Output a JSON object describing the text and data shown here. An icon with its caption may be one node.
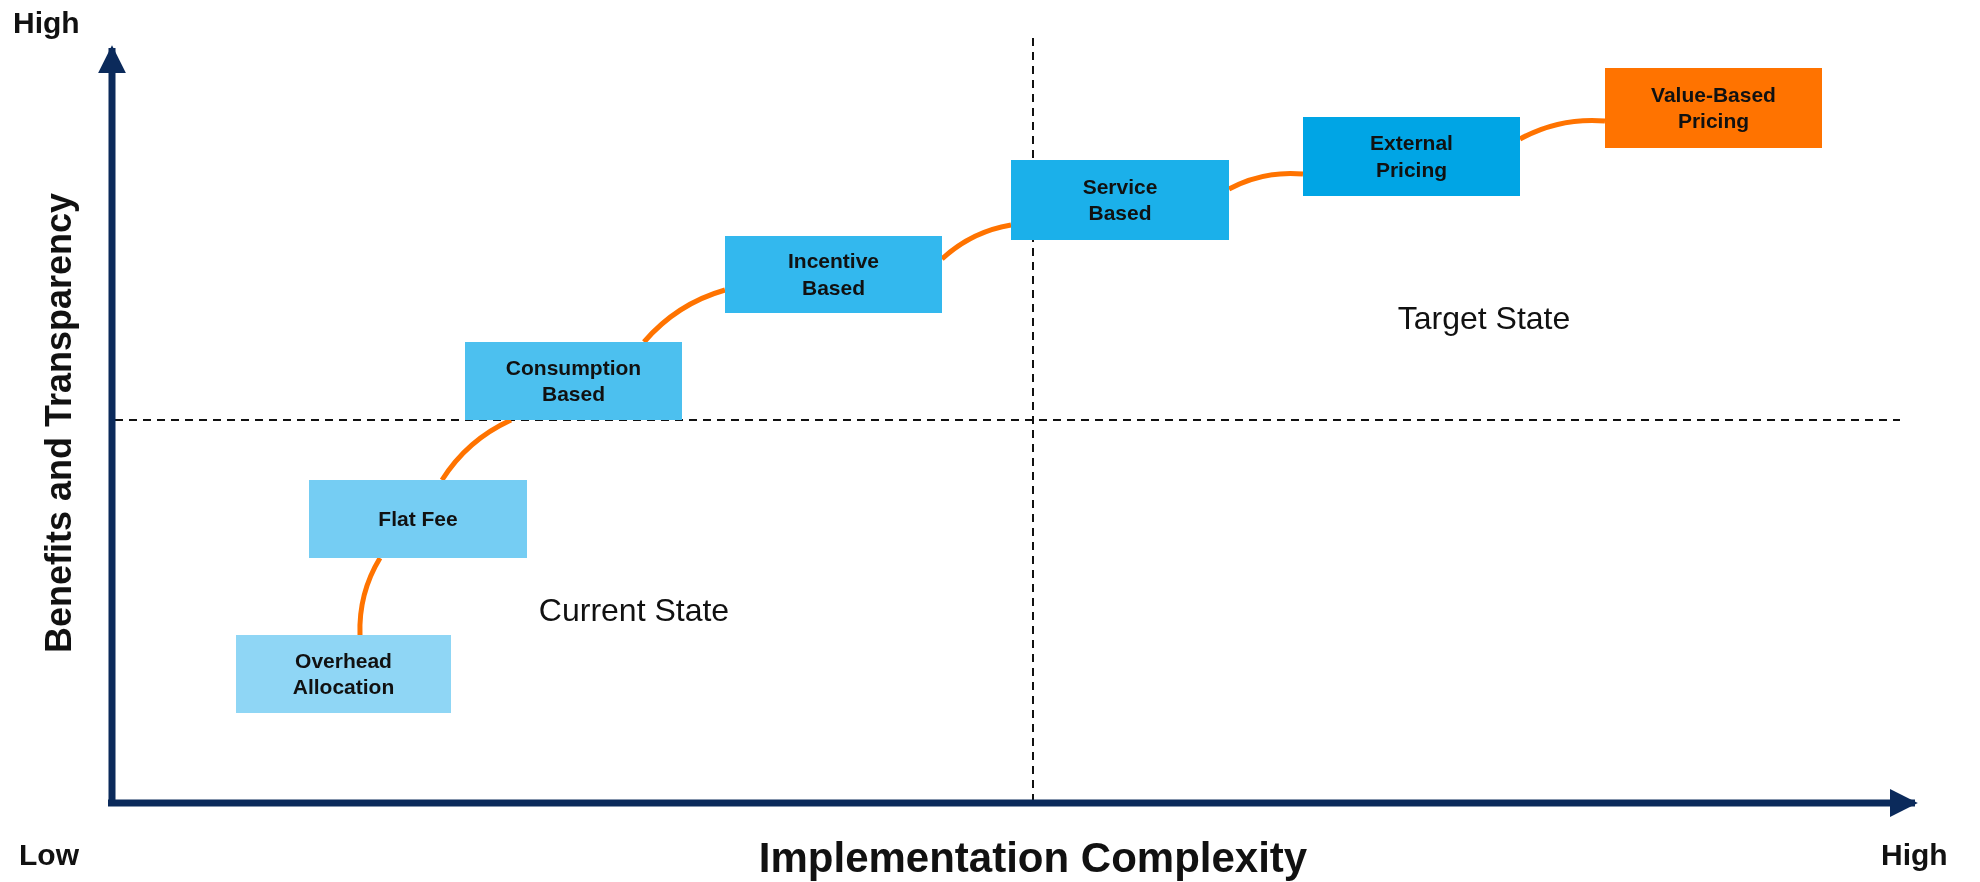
{
  "diagram": {
    "nodes": [
      {
        "text": [
          "Overhead Allocation"
        ]
      },
      {
        "text": [
          "Flat Fee"
        ]
      },
      {
        "text": [
          "Consumption Based"
        ]
      },
      {
        "text": [
          "Incentive Based"
        ]
      },
      {
        "text": [
          "Service Based"
        ]
      },
      {
        "text": [
          "External Pricing"
        ]
      },
      {
        "text": [
          "Value-Based Pricing"
        ]
      }
    ],
    "edges": [
      {
        "from": 0,
        "to": 1,
        "arrow": "none"
      },
      {
        "from": 1,
        "to": 2,
        "arrow": "none"
      },
      {
        "from": 2,
        "to": 3,
        "arrow": "none"
      },
      {
        "from": 3,
        "to": 4,
        "arrow": "none"
      },
      {
        "from": 4,
        "to": 5,
        "arrow": "none"
      },
      {
        "from": 5,
        "to": 6,
        "arrow": "none"
      }
    ],
    "labels": [
      "High",
      "Benefits and Transparency",
      "Target State",
      "Current State",
      "Low",
      "Implementation Complexity",
      "High"
    ]
  }
}
